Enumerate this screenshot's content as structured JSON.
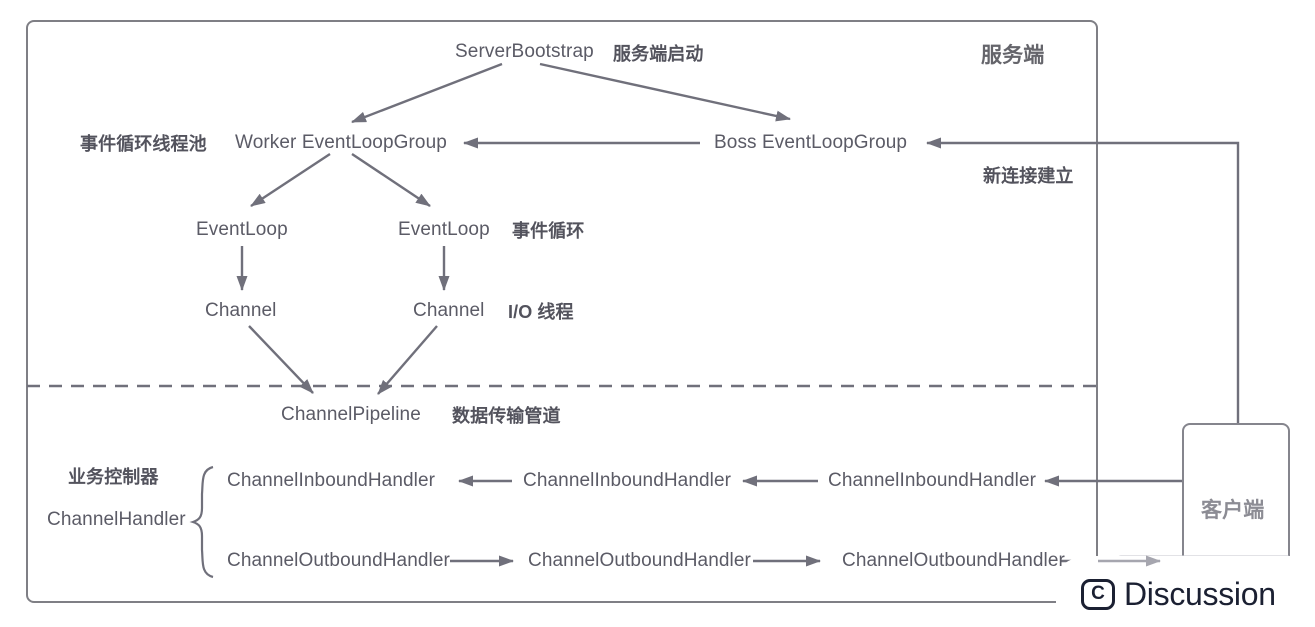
{
  "diagram": {
    "server_title": "服务端",
    "client_title": "客户端",
    "bootstrap": {
      "label": "ServerBootstrap",
      "note": "服务端启动"
    },
    "event_loop_group": {
      "pool_note": "事件循环线程池",
      "worker": "Worker EventLoopGroup",
      "boss": "Boss EventLoopGroup",
      "new_connection_note": "新连接建立"
    },
    "event_loops": {
      "left": "EventLoop",
      "right": "EventLoop",
      "note": "事件循环"
    },
    "channels": {
      "left": "Channel",
      "right": "Channel",
      "note": "I/O 线程"
    },
    "pipeline": {
      "label": "ChannelPipeline",
      "note": "数据传输管道"
    },
    "handlers": {
      "controller_note": "业务控制器",
      "group_label": "ChannelHandler",
      "inbound": [
        "ChannelInboundHandler",
        "ChannelInboundHandler",
        "ChannelInboundHandler"
      ],
      "outbound": [
        "ChannelOutboundHandler",
        "ChannelOutboundHandler",
        "ChannelOutboundHandler"
      ]
    },
    "colors": {
      "line": "#70707b",
      "text": "#5b5b66",
      "box_border": "#7f7f85",
      "watermark": "#1b2032"
    }
  },
  "watermark": {
    "logo_letter": "C",
    "label": "Discussion"
  }
}
